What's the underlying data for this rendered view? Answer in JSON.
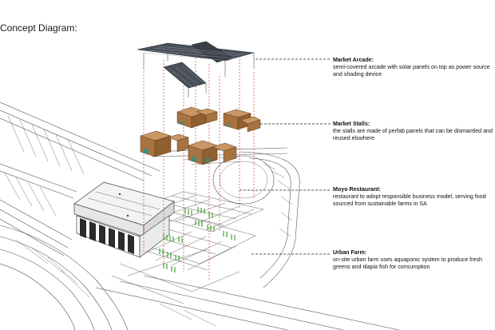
{
  "title": "Concept Diagram:",
  "annotations": [
    {
      "id": "market-arcade",
      "heading": "Market Arcade:",
      "body": "semi-covered arcade with solar panels on top as power source and shading device"
    },
    {
      "id": "market-stalls",
      "heading": "Market Stalls:",
      "body": "the stalls are made of perfab panels that can be dismantled and reused elswhere"
    },
    {
      "id": "moyo-restaurant",
      "heading": "Moyo Restaurant:",
      "body": "restaurant to adopt responsible business model, serving food sourced from sustainable farms in SA"
    },
    {
      "id": "urban-farm",
      "heading": "Urban Farm:",
      "body": "on-site urban farm uses aquaponic system to produce fresh greens and tilapia fish for consumption"
    }
  ],
  "colors": {
    "line": "#555555",
    "leader": "#222222",
    "dashed_guide": "#e03a3a",
    "stall_wood": "#a8733f",
    "stall_top": "#c99665",
    "stall_glass": "#3f8a7a",
    "solar_panel": "#3a3f47",
    "crop_green": "#4fae3e",
    "restaurant_roof": "#f1f1f1",
    "restaurant_glass": "#2b2b2b"
  }
}
